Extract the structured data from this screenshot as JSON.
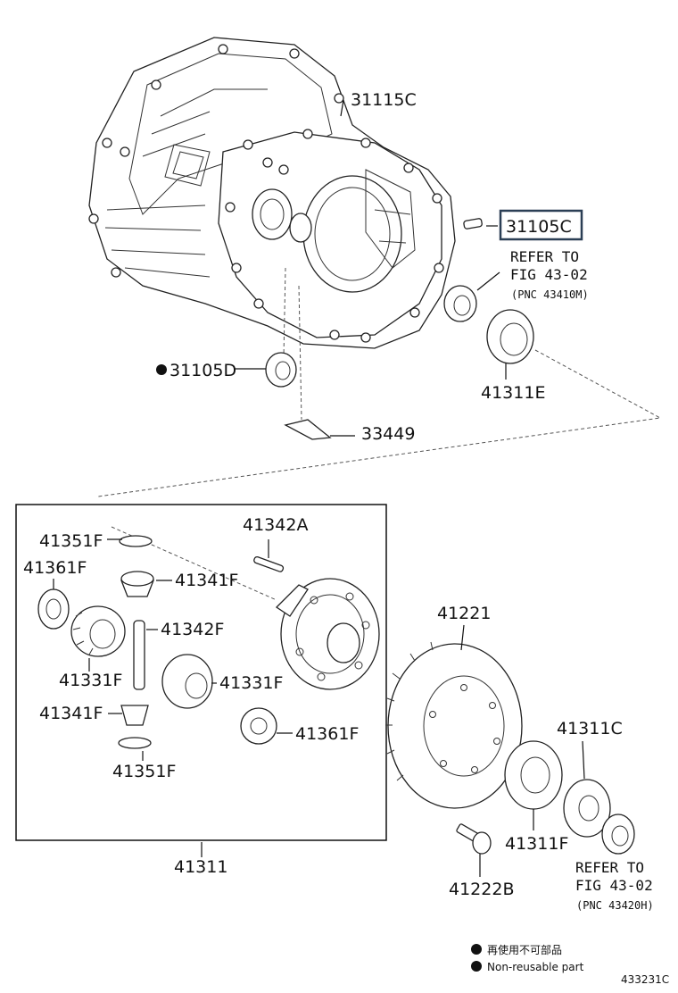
{
  "labels": {
    "p31115C": "31115C",
    "p31105C": "31105C",
    "p31105D": "31105D",
    "p41311E": "41311E",
    "p33449": "33449",
    "p41342A": "41342A",
    "p41351F_top": "41351F",
    "p41361F_left": "41361F",
    "p41341F_top": "41341F",
    "p41342F": "41342F",
    "p41331F_left": "41331F",
    "p41331F_right": "41331F",
    "p41341F_bottom": "41341F",
    "p41361F_right": "41361F",
    "p41351F_bottom": "41351F",
    "p41311": "41311",
    "p41221": "41221",
    "p41311C": "41311C",
    "p41311F": "41311F",
    "p41222B": "41222B"
  },
  "refs": {
    "top": {
      "line1": "REFER TO",
      "line2": "FIG 43-02",
      "pnc": "(PNC 43410M)"
    },
    "bottom": {
      "line1": "REFER TO",
      "line2": "FIG 43-02",
      "pnc": "(PNC 43420H)"
    }
  },
  "legend": {
    "japanese": "再使用不可部品",
    "english": "Non-reusable part"
  },
  "figure_code": "433231C",
  "highlight_color": "#2b3f55"
}
